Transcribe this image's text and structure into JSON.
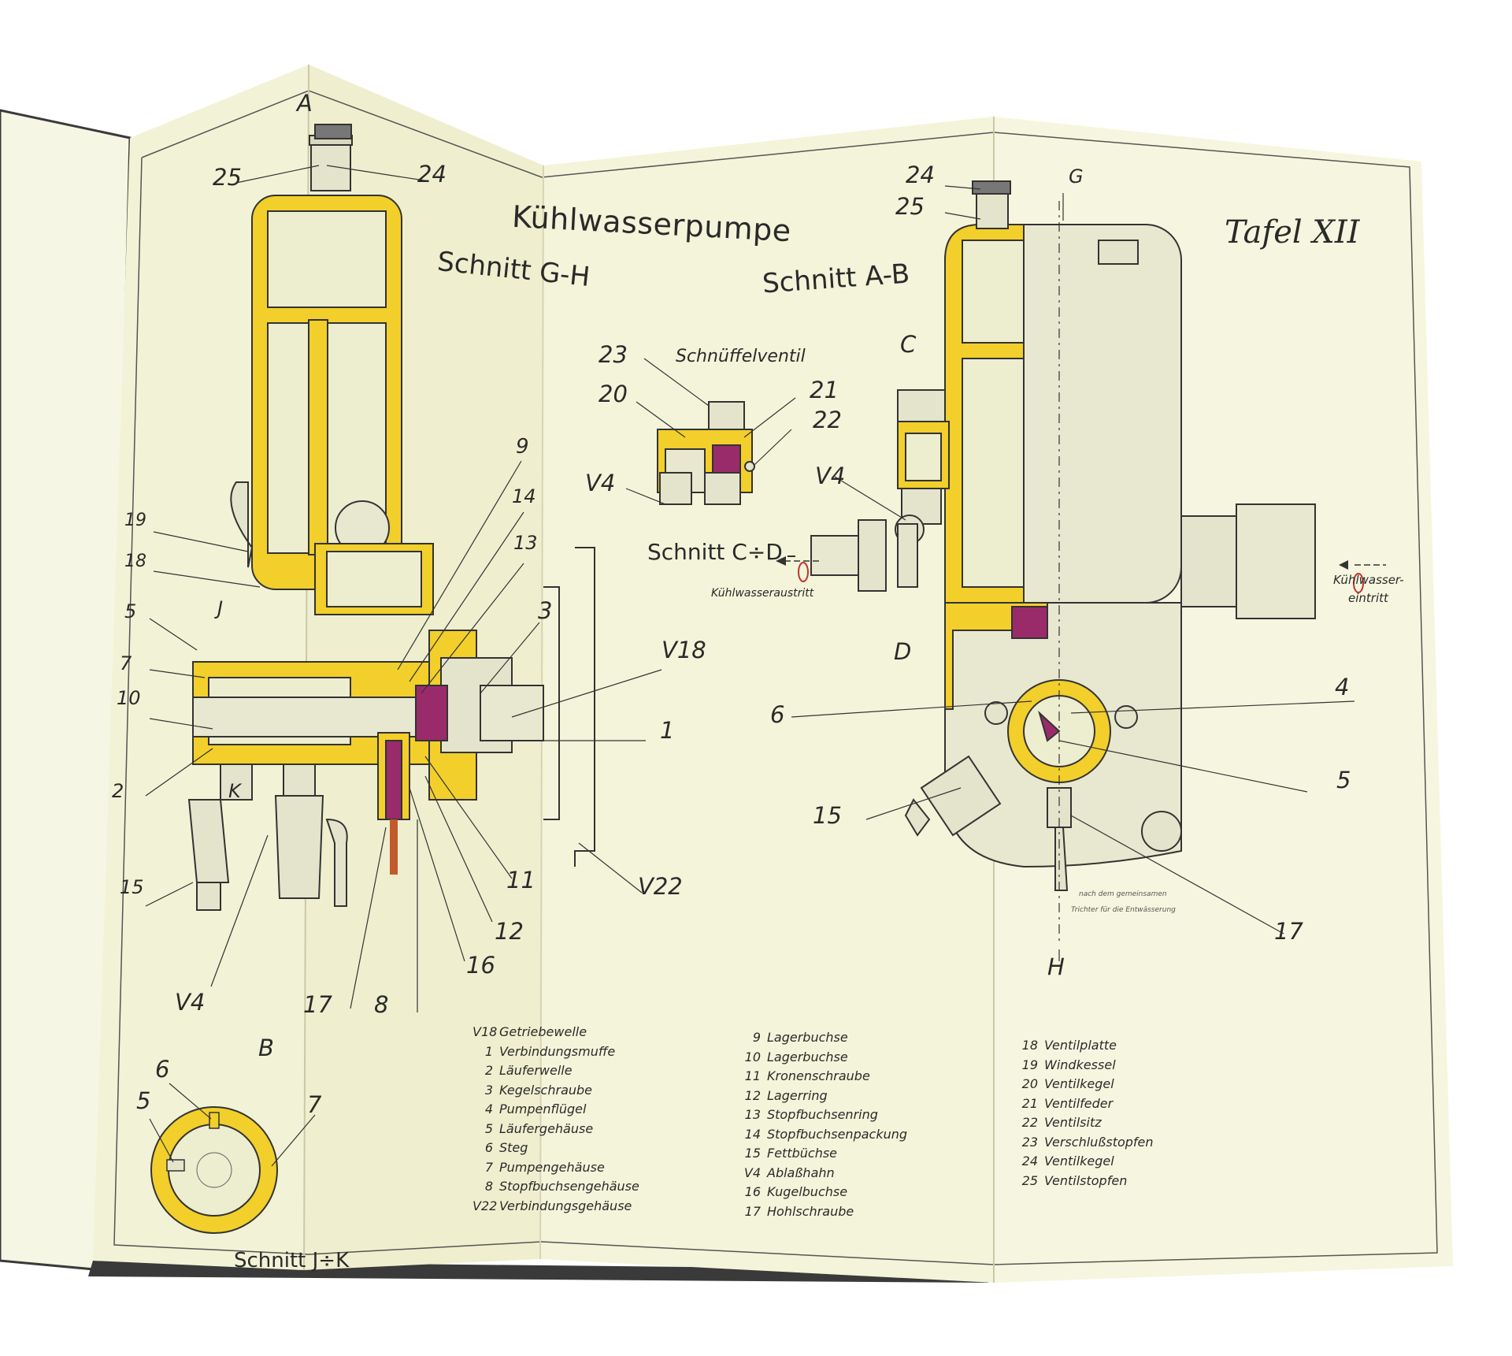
{
  "page": {
    "title": "Kühlwasserpumpe",
    "plate": "Tafel XII",
    "colors": {
      "section_fill": "#f2cf2a",
      "paper": "#f3f3d8",
      "accent": "#9a2b6b"
    }
  },
  "sections": {
    "gh": "Schnitt G-H",
    "ab": "Schnitt A-B",
    "cd": "Schnitt C÷D",
    "cd_sub": "Schnüffelventil",
    "jk": "Schnitt J÷K"
  },
  "section_marks": [
    "A",
    "B",
    "G",
    "H",
    "C",
    "D",
    "J",
    "K"
  ],
  "callouts": {
    "left": [
      "25",
      "24",
      "19",
      "18",
      "5",
      "7",
      "10",
      "2",
      "15",
      "9",
      "14",
      "13",
      "3",
      "V18",
      "1",
      "11",
      "12",
      "16",
      "8",
      "17",
      "V4",
      "V22"
    ],
    "center": [
      "23",
      "20",
      "21",
      "22",
      "V4"
    ],
    "right": [
      "24",
      "25",
      "V4",
      "4",
      "6",
      "5",
      "15",
      "17"
    ],
    "ring": [
      "6",
      "5",
      "7"
    ]
  },
  "flow_labels": {
    "outlet": "Kühlwasseraustritt",
    "inlet_1": "Kühlwasser-",
    "inlet_2": "eintritt",
    "note_1": "nach dem gemeinsamen",
    "note_2": "Trichter für die Entwässerung"
  },
  "legend": {
    "col1": [
      {
        "n": "V18",
        "t": "Getriebewelle"
      },
      {
        "n": "1",
        "t": "Verbindungsmuffe"
      },
      {
        "n": "2",
        "t": "Läuferwelle"
      },
      {
        "n": "3",
        "t": "Kegelschraube"
      },
      {
        "n": "4",
        "t": "Pumpenflügel"
      },
      {
        "n": "5",
        "t": "Läufergehäuse"
      },
      {
        "n": "6",
        "t": "Steg"
      },
      {
        "n": "7",
        "t": "Pumpengehäuse"
      },
      {
        "n": "8",
        "t": "Stopfbuchsengehäuse"
      },
      {
        "n": "V22",
        "t": "Verbindungsgehäuse"
      }
    ],
    "col2": [
      {
        "n": "9",
        "t": "Lagerbuchse"
      },
      {
        "n": "10",
        "t": "Lagerbuchse"
      },
      {
        "n": "11",
        "t": "Kronenschraube"
      },
      {
        "n": "12",
        "t": "Lagerring"
      },
      {
        "n": "13",
        "t": "Stopfbuchsenring"
      },
      {
        "n": "14",
        "t": "Stopfbuchsenpackung"
      },
      {
        "n": "15",
        "t": "Fettbüchse"
      },
      {
        "n": "V4",
        "t": "Ablaßhahn"
      },
      {
        "n": "16",
        "t": "Kugelbuchse"
      },
      {
        "n": "17",
        "t": "Hohlschraube"
      }
    ],
    "col3": [
      {
        "n": "18",
        "t": "Ventilplatte"
      },
      {
        "n": "19",
        "t": "Windkessel"
      },
      {
        "n": "20",
        "t": "Ventilkegel"
      },
      {
        "n": "21",
        "t": "Ventilfeder"
      },
      {
        "n": "22",
        "t": "Ventilsitz"
      },
      {
        "n": "23",
        "t": "Verschlußstopfen"
      },
      {
        "n": "24",
        "t": "Ventilkegel"
      },
      {
        "n": "25",
        "t": "Ventilstopfen"
      }
    ]
  }
}
